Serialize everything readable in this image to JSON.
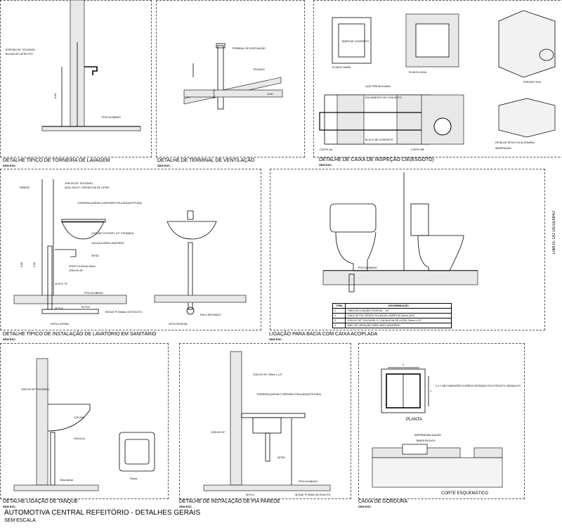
{
  "sheet_title": "AUTOMOTIVA CENTRAL REFEITÓRIO - DETALHES GERAIS",
  "sheet_scale": "SEM ESCALA",
  "limit_label": "LIMITE DO DESENHO",
  "details": [
    {
      "title": "DETALHE TÍPICO DE TORNEIRA DE LAVAGEM",
      "scale": "SEM ESC.",
      "labels": [
        "ESPIGÃO 90° SOLDÁVEL",
        "BUCHA DE LATÃO PVC",
        "PISO ACABADO",
        "0,60"
      ]
    },
    {
      "title": "DETALHE DE TERMINAL DE VENTILAÇÃO",
      "scale": "SEM ESC.",
      "labels": [
        "TERMINAL DE VENTILAÇÃO",
        "TELHADO",
        "LAJE",
        "DN PVC"
      ]
    },
    {
      "title": "DETALHE DE  CAIXA DE INSPEÇÃO CIE(ESGOTO)",
      "scale": "SEM ESC.",
      "labels": [
        "TAMPA DE CONCRETO",
        "PLANTA TAMPA",
        "PLANTA CAIXA",
        "PERSPECTIVA",
        "CORTE AA",
        "CORTE BB",
        "LAJE PRÉ-MOLDADA",
        "ENCHIMENTO DE CONCRETO",
        "BLOCO DE CONCRETO",
        "DETALHE TÍPICO DE ALVENARIA",
        "AMARRAÇÃO"
      ]
    },
    {
      "title": "DETALHE TÍPICO DE INSTALAÇÃO DE LAVATÓRIO EM SANITÁRIO",
      "scale": "SEM ESC.",
      "labels": [
        "PAREDE",
        "JOELHO 90° SOLDÁVEL",
        "AZUL 25x1/2\" COM BUCHA DE LATÃO",
        "TORNEIRA (MODELO DEFINIDO PELA ARQUITETURA)",
        "LIGAÇÃO FLEXÍVEL 1/2\" CROMADA",
        "VÁLVULA PARA LAVATÓRIO",
        "SIFÃO",
        "PONTO D'ÁGUA 25mm",
        "JOELHO 90°",
        "40 PVC \"R\"",
        "PISO ACABADO",
        "40 PVC",
        "50 PVC",
        "SEGUE P/ RAMAL DE ESGOTO",
        "VISTA LATERAL",
        "VISTA FRONTAL",
        "RALO SIFONADO",
        "0,60",
        "0,50"
      ]
    },
    {
      "title": "LIGAÇÃO PARA BACIA COM CAIXA ACOPLADA",
      "scale": "SEM ESC.",
      "labels": [
        "PISO ACABADO"
      ],
      "table": {
        "headers": [
          "ITEM",
          "DISCRIMINAÇÃO"
        ],
        "rows": [
          [
            "1",
            "TUBO DE LIGAÇÃO FLEXÍVEL - 1/2\""
          ],
          [
            "2",
            "TUBO DE PVC RÍGIDO SOLDÁVEL MARROM 25mm (3/4\")"
          ],
          [
            "3",
            "JOELHO 90° SOLDÁVEL E COM BUCHA DE LATÃO 25mm x 1/2\""
          ],
          [
            "4",
            "ANEL DE VEDAÇÃO PARA VASO SANITÁRIO"
          ]
        ]
      }
    },
    {
      "title": "DETALHE LIGAÇÃO DE TANQUE",
      "scale": "SEM ESC.",
      "labels": [
        "JOELHO 90° SOLDÁVEL",
        "COLUNA",
        "VÁLVULA",
        "Vista lateral",
        "Planta"
      ]
    },
    {
      "title": "DETALHE DE INSTALAÇÃO DE PIA PAREDE",
      "scale": "SEM ESC.",
      "labels": [
        "JOELHO 90° 25mm x 1/2\"",
        "TORNEIRA (MODELO DEFINIDO PELA ARQUITETURA)",
        "JOELHO 90°",
        "SIFÃO",
        "PISO ACABADO",
        "50 PVC",
        "SEGUE P/ REDE DE ESGOTO"
      ]
    },
    {
      "title": "CAIXA DE GORDURA",
      "scale": "SEM ESC.",
      "labels": [
        "X",
        "Y",
        "X e Y SÃO DIMENSÕES A SEREM DEFINIDAS PELO PROJETO HIDRÁULICO",
        "PLANTA",
        "IMPERMEABILIZAÇÃO",
        "TAMPA EM INOX",
        "CORTE ESQUEMÁTICO"
      ]
    }
  ]
}
